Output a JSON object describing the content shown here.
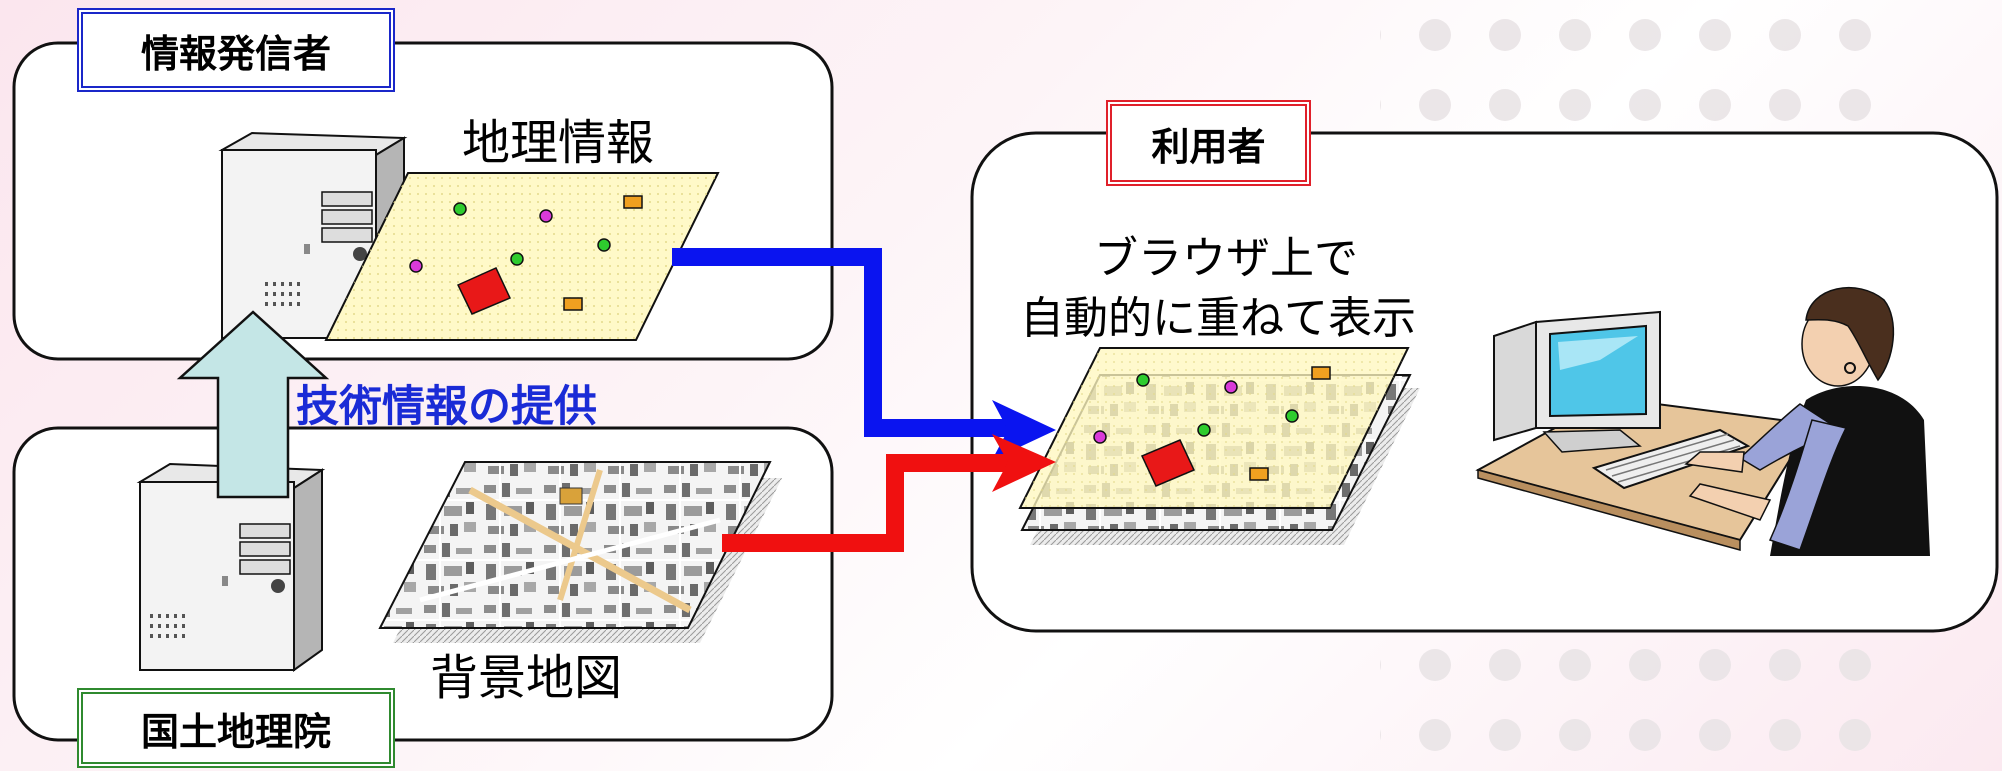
{
  "tags": {
    "sender": "情報発信者",
    "user": "利用者",
    "gsi": "国土地理院"
  },
  "labels": {
    "geo_info": "地理情報",
    "tech_info": "技術情報の提供",
    "background_map": "背景地図",
    "browser_line1": "ブラウザ上で",
    "browser_line2": "自動的に重ねて表示"
  },
  "colors": {
    "blue_flow": "#0a14f0",
    "red_flow": "#f01010",
    "up_arrow": "#c4e6e6",
    "tech_text": "#1a2bd6",
    "geo_sheet": "#fff9c8"
  },
  "icons": [
    "server-icon",
    "map-layer-icon",
    "person-at-computer-icon",
    "arrow-up-icon",
    "arrow-right-icon"
  ]
}
